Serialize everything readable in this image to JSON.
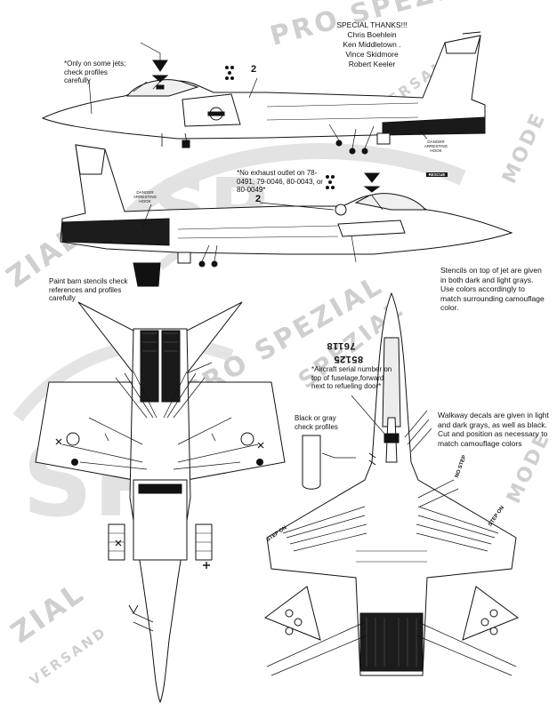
{
  "thanks": {
    "heading": "SPECIAL THANKS!!!",
    "names": [
      "Chris Boehlein",
      "Ken Middletown .",
      "Vince Skidmore",
      "Robert Keeler"
    ]
  },
  "notes": {
    "some_jets": "*Only on some jets; check profiles carefully",
    "exhaust": "*No exhaust outlet on 78-0491, 79-0046, 80-0043, or 80-0049*",
    "paint_barn": "Paint barn stencils check references and profiles carefully",
    "stencils": "Stencils on top of jet are given in both dark and light grays. Use colors accordingly to match surrounding camouflage color.",
    "serial": "*Aircraft serial number on top of fuselage,forward next to refueling door*",
    "black_gray": "Black or gray check profiles",
    "walkway": "Walkway decals are given in light and dark grays, as well as black.  Cut and position as necessary to match camouflage colors"
  },
  "callout_numbers": {
    "upper_profile": "2",
    "lower_profile": "2"
  },
  "serial": {
    "main": "76118",
    "tail": "85125"
  },
  "stencils": {
    "danger_hook_upper": "DANGER ARRESTING HOOK",
    "danger_hook_lower": "DANGER ARRESTING HOOK",
    "rescue": "RESCUE",
    "no_step": "NO STEP",
    "step_on_left": "STEP ON",
    "step_on_right": "STEP ON"
  },
  "watermark": {
    "top_right": "PRO SPEZIAL",
    "brand": "SPEZIAL",
    "sub": "VERSAND",
    "left_mid": "ZIAL",
    "bottom_left": "ZIAL",
    "bottom_sub": "VERSAND",
    "mode": "MODE",
    "center": "PRO SPEZIAL"
  },
  "colors": {
    "ink": "#111111",
    "watermark": "#cfcfcf",
    "paper": "#ffffff"
  }
}
